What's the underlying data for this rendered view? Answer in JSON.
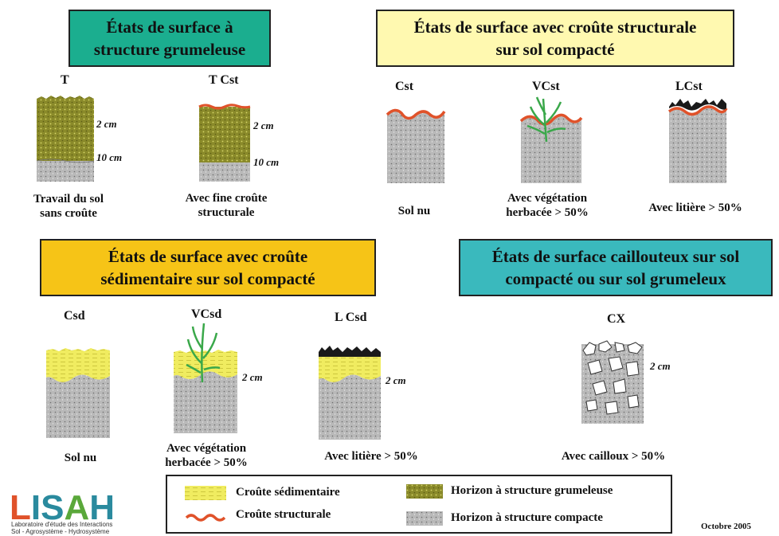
{
  "groups": {
    "g1": {
      "title_line1": "États de surface à",
      "title_line2": "structure grumeleuse",
      "color": "#1bae8f"
    },
    "g2": {
      "title_line1": "États de surface avec croûte structurale",
      "title_line2": "sur sol compacté",
      "color": "#fff9b0"
    },
    "g3": {
      "title_line1": "États de surface avec croûte",
      "title_line2": "sédimentaire sur sol compacté",
      "color": "#f6c417"
    },
    "g4": {
      "title_line1": "États de surface caillouteux sur sol",
      "title_line2": "compacté ou sur sol grumeleux",
      "color": "#3ab9bd"
    }
  },
  "profiles": {
    "t": {
      "code": "T",
      "caption_line1": "Travail du sol",
      "caption_line2": "sans croûte"
    },
    "tcst": {
      "code": "T Cst",
      "caption_line1": "Avec fine croûte",
      "caption_line2": "structurale"
    },
    "cst": {
      "code": "Cst",
      "caption_line1": "Sol nu"
    },
    "vcst": {
      "code": "VCst",
      "caption_line1": "Avec végétation",
      "caption_line2": "herbacée > 50%"
    },
    "lcst": {
      "code": "LCst",
      "caption_line1": "Avec litière  > 50%"
    },
    "csd": {
      "code": "Csd",
      "caption_line1": "Sol nu"
    },
    "vcsd": {
      "code": "VCsd",
      "caption_line1": "Avec végétation",
      "caption_line2": "herbacée > 50%"
    },
    "lcsd": {
      "code": "L Csd",
      "caption_line1": "Avec litière  > 50%"
    },
    "cx": {
      "code": "CX",
      "caption_line1": "Avec cailloux > 50%"
    }
  },
  "depths": {
    "d2": "2 cm",
    "d10": "10 cm"
  },
  "legend": {
    "sedimentary": "Croûte sédimentaire",
    "structural": "Croûte structurale",
    "crumbly": "Horizon à structure grumeleuse",
    "compact": "Horizon à structure compacte"
  },
  "colors": {
    "sediment_yellow": "#f0ec60",
    "crumbly_olive": "#8a8a2a",
    "compact_grey": "#b9b9b9",
    "crust_orange": "#e0522a",
    "litter_black": "#1a1a1a",
    "vegetation_green": "#3aa84a"
  },
  "logo": {
    "word": "LISAH",
    "sub_line1": "Laboratoire d'étude des Interactions",
    "sub_line2": "Sol - Agrosystème - Hydrosystème"
  },
  "date": "Octobre 2005"
}
